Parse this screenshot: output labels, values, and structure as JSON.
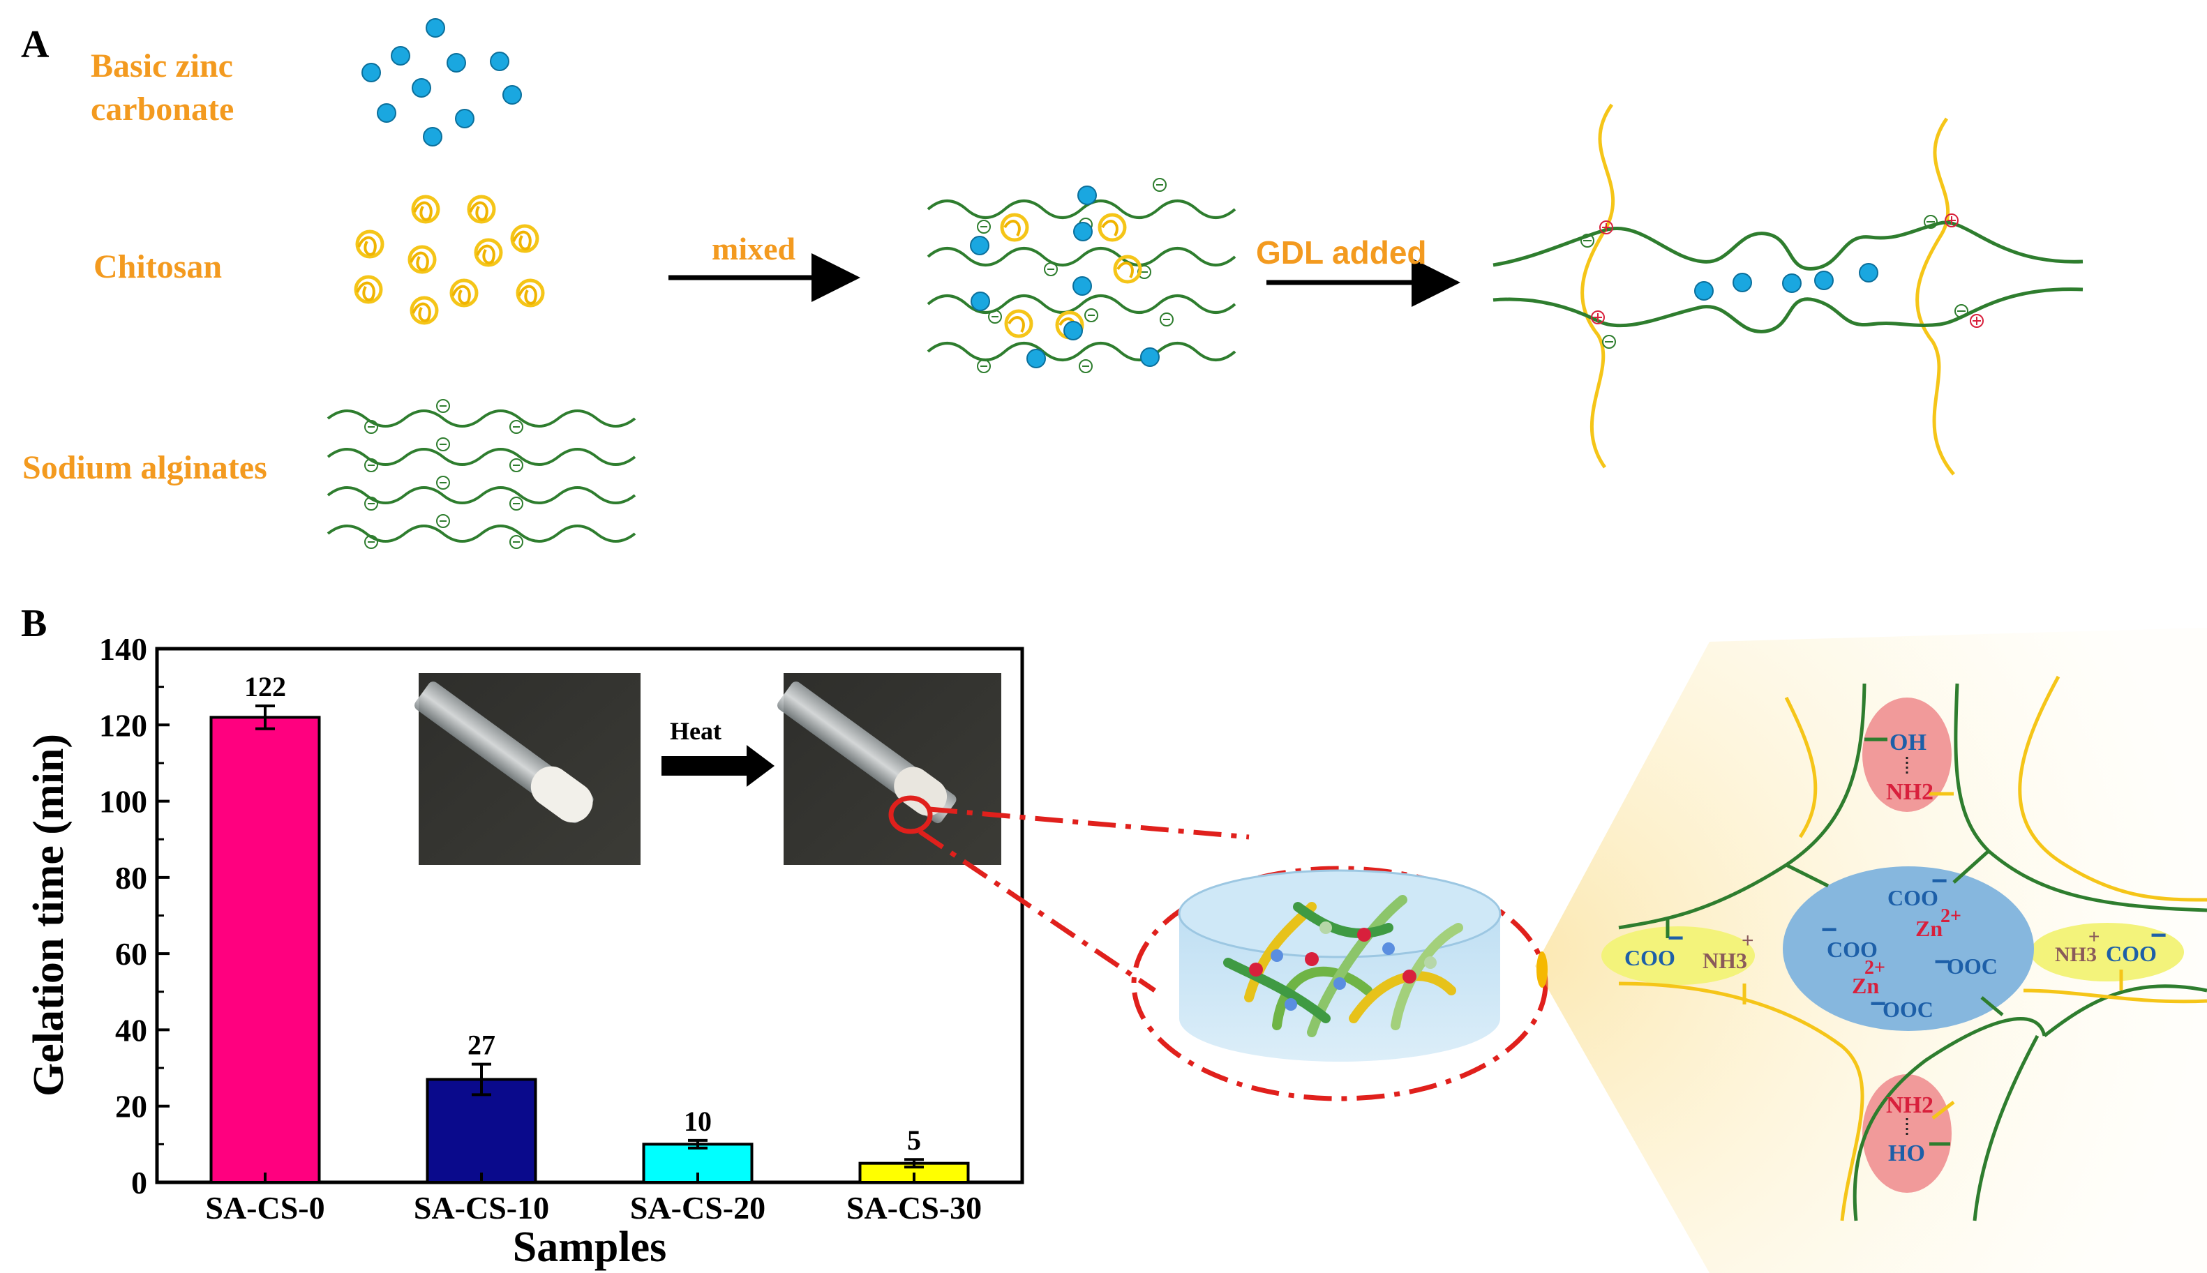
{
  "panel_a": {
    "label": "A",
    "basic_zinc_carbonate_line1": "Basic zinc",
    "basic_zinc_carbonate_line2": "carbonate",
    "chitosan": "Chitosan",
    "sodium_alginates": "Sodium alginates",
    "mixed": "mixed",
    "gdl_added": "GDL added"
  },
  "panel_b": {
    "label": "B",
    "heat": "Heat"
  },
  "mechanism": {
    "oh": "OH",
    "nh2_top": "NH2",
    "nh2_bottom": "NH2",
    "ho": "HO",
    "coo_left": "COO",
    "nh3_left": "NH3",
    "nh3_right": "NH3",
    "coo_right": "COO",
    "coo_center_top": "COO",
    "zn_top": "Zn",
    "zn_top_charge": "2+",
    "coo_center_left": "COO",
    "zn_bottom": "Zn",
    "zn_bottom_charge": "2+",
    "ooc_right": "OOC",
    "ooc_bottom": "OOC"
  },
  "colors": {
    "orange_label": "#f39a1f",
    "cation_blue": "#1aa7e0",
    "alginate_green": "#2e7d2e",
    "chitosan_yellow": "#f5c518",
    "bar_pink": "#ff007f",
    "bar_navy": "#0a0a8c",
    "bar_cyan": "#00ffff",
    "bar_yellow": "#ffff00",
    "red_callout": "#e0201c",
    "zn_red": "#d8203c",
    "coo_blue": "#1d5fa8"
  },
  "chart_data": {
    "type": "bar",
    "categories": [
      "SA-CS-0",
      "SA-CS-10",
      "SA-CS-20",
      "SA-CS-30"
    ],
    "values": [
      122,
      27,
      10,
      5
    ],
    "errors": [
      3,
      4,
      1,
      1
    ],
    "data_labels": [
      "122",
      "27",
      "10",
      "5"
    ],
    "bar_colors": [
      "#ff007f",
      "#0a0a8c",
      "#00ffff",
      "#ffff00"
    ],
    "xlabel": "Samples",
    "ylabel": "Gelation time (min)",
    "ylim": [
      0,
      140
    ],
    "yticks": [
      0,
      20,
      40,
      60,
      80,
      100,
      120,
      140
    ],
    "grid": false
  }
}
